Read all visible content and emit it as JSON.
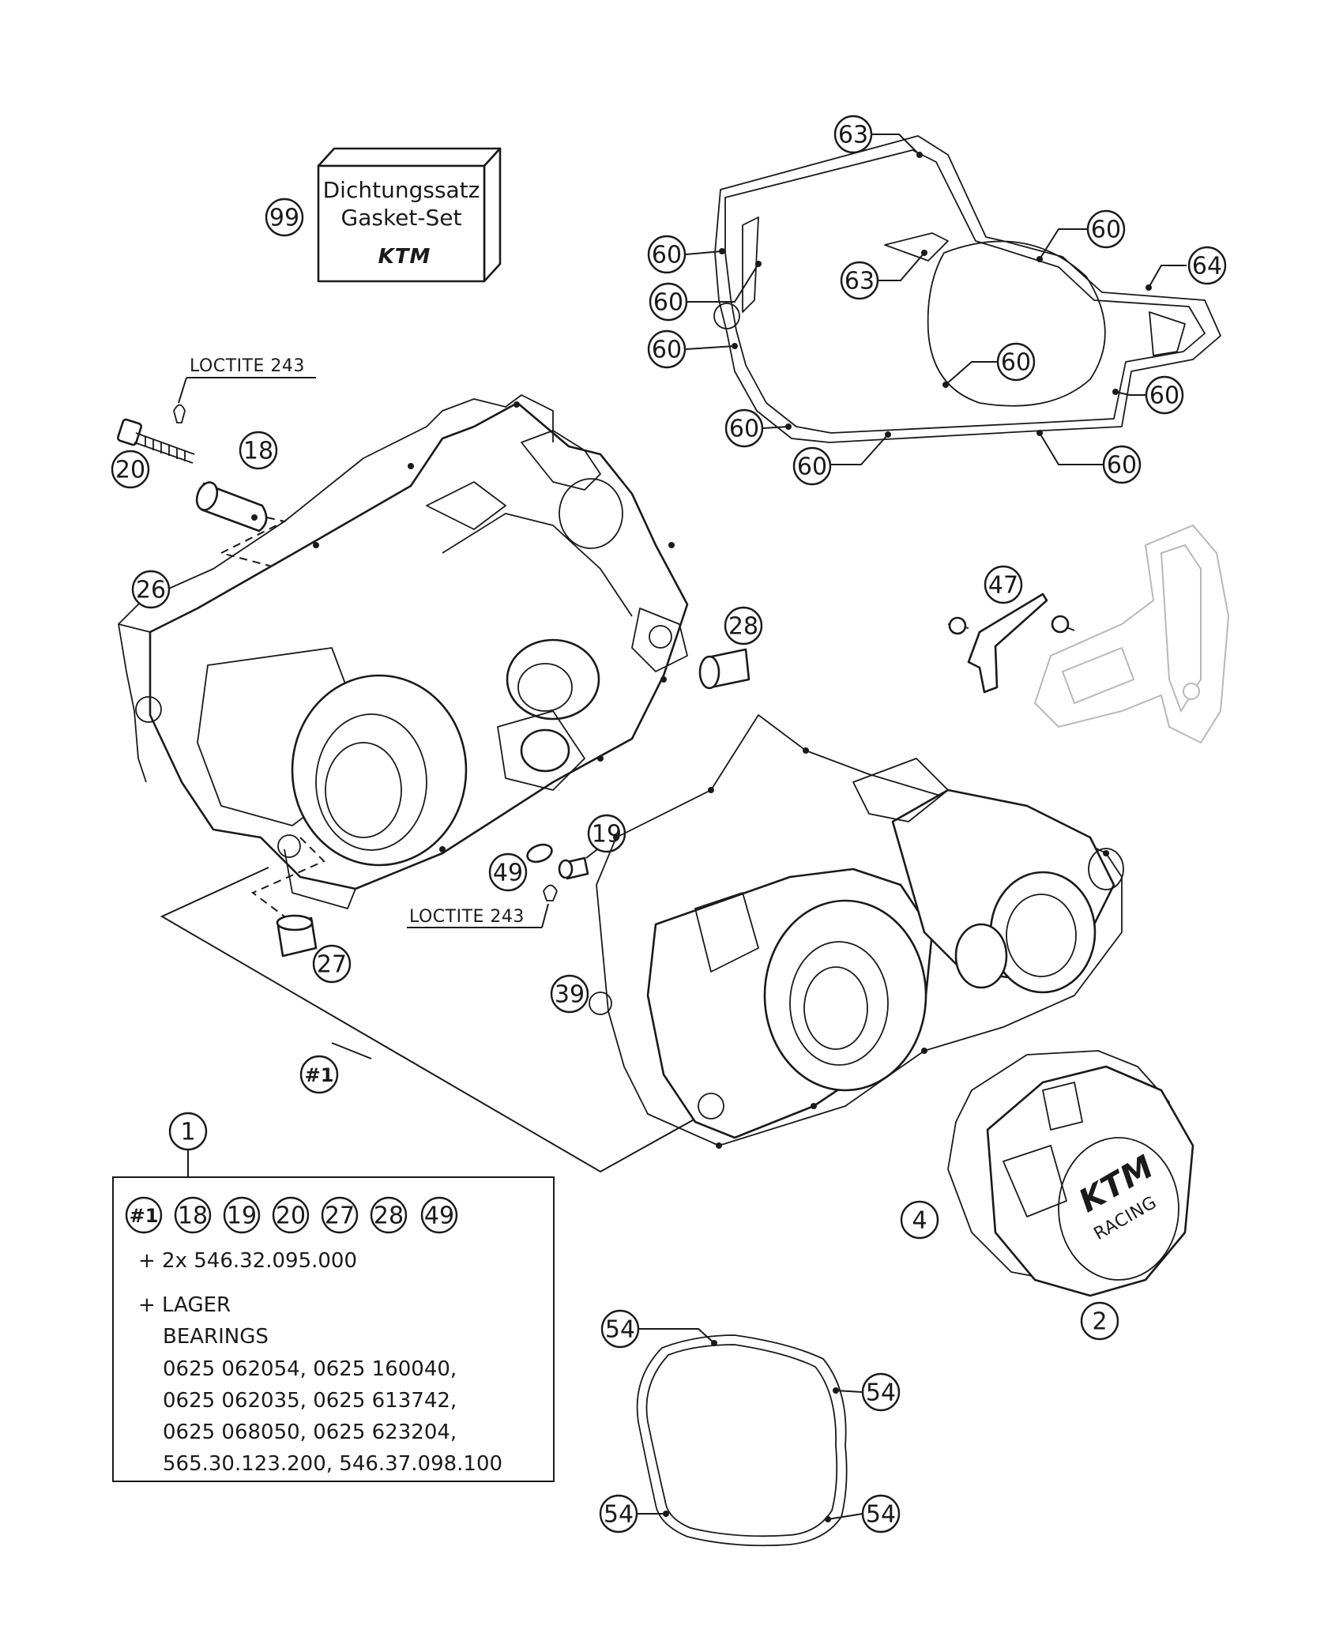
{
  "gasket_box": {
    "callout": "99",
    "line1": "Dichtungssatz",
    "line2": "Gasket-Set",
    "logo": "KTM"
  },
  "loctite": {
    "upper": "LOCTITE 243",
    "lower": "LOCTITE 243"
  },
  "callouts": {
    "c20": "20",
    "c18": "18",
    "c26": "26",
    "c28": "28",
    "c19": "19",
    "c49": "49",
    "c27": "27",
    "c39": "39",
    "c1set": "#1",
    "c1": "1",
    "c4": "4",
    "c2": "2",
    "c47": "47",
    "c63a": "63",
    "c63b": "63",
    "c64": "64",
    "c60": [
      "60",
      "60",
      "60",
      "60",
      "60",
      "60",
      "60",
      "60",
      "60"
    ],
    "c54": [
      "54",
      "54",
      "54",
      "54"
    ]
  },
  "kit_box": {
    "items": [
      "#1",
      "18",
      "19",
      "20",
      "27",
      "28",
      "49"
    ],
    "line_plus1": "+ 2x 546.32.095.000",
    "line_plus2": "+ LAGER",
    "bearings_title": "BEARINGS",
    "bearings": [
      "0625 062054, 0625 160040,",
      "0625 062035, 0625 613742,",
      "0625 068050, 0625 623204,",
      "565.30.123.200, 546.37.098.100"
    ]
  },
  "cover_logo": {
    "brand": "KTM",
    "sub": "RACING"
  }
}
